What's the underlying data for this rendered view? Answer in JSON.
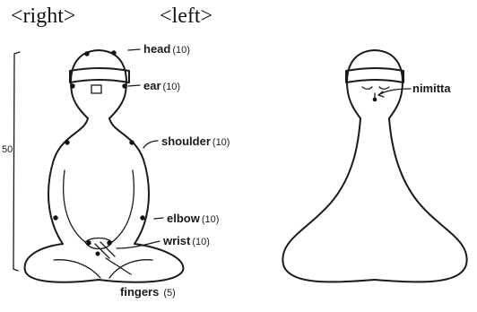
{
  "headers": {
    "right": "<right>",
    "left": "<left>"
  },
  "height_scale": "50",
  "points": [
    {
      "name": "head",
      "count": "(10)"
    },
    {
      "name": "ear",
      "count": "(10)"
    },
    {
      "name": "shoulder",
      "count": "(10)"
    },
    {
      "name": "elbow",
      "count": "(10)"
    },
    {
      "name": "wrist",
      "count": "(10)"
    },
    {
      "name": "fingers",
      "count": "(5)"
    }
  ],
  "left_figure": {
    "nimitta_label": "nimitta"
  }
}
